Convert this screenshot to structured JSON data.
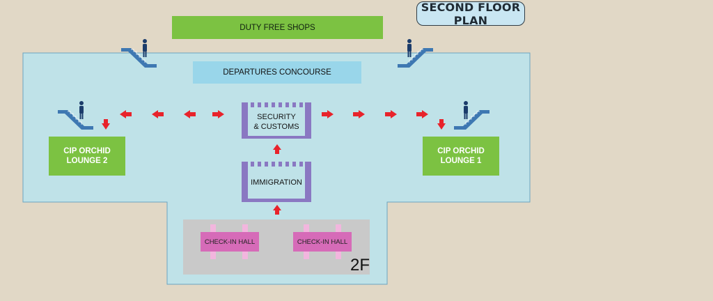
{
  "map": {
    "title": "SECOND FLOOR PLAN",
    "floor_code": "2F",
    "areas": {
      "duty_free": "DUTY FREE SHOPS",
      "concourse": "DEPARTURES CONCOURSE",
      "lounge_2": "CIP ORCHID\nLOUNGE 2",
      "lounge_1": "CIP ORCHID\nLOUNGE 1",
      "security": "SECURITY\n& CUSTOMS",
      "immigration": "IMMIGRATION",
      "checkin_left": "CHECK-IN HALL",
      "checkin_right": "CHECK-IN HALL"
    },
    "icons": [
      "escalator-icon",
      "person-icon",
      "arrow-icon",
      "gate-icon"
    ],
    "colors": {
      "background": "#e1d8c6",
      "floor": "#bfe2e8",
      "green": "#7cc242",
      "concourse": "#99d6ea",
      "gate": "#8a78c2",
      "arrow": "#e8232b",
      "checkin": "#d66bb8",
      "checkin_area": "#c9c9c9",
      "escalator": "#3e78b2",
      "person": "#1b3c6b"
    }
  }
}
